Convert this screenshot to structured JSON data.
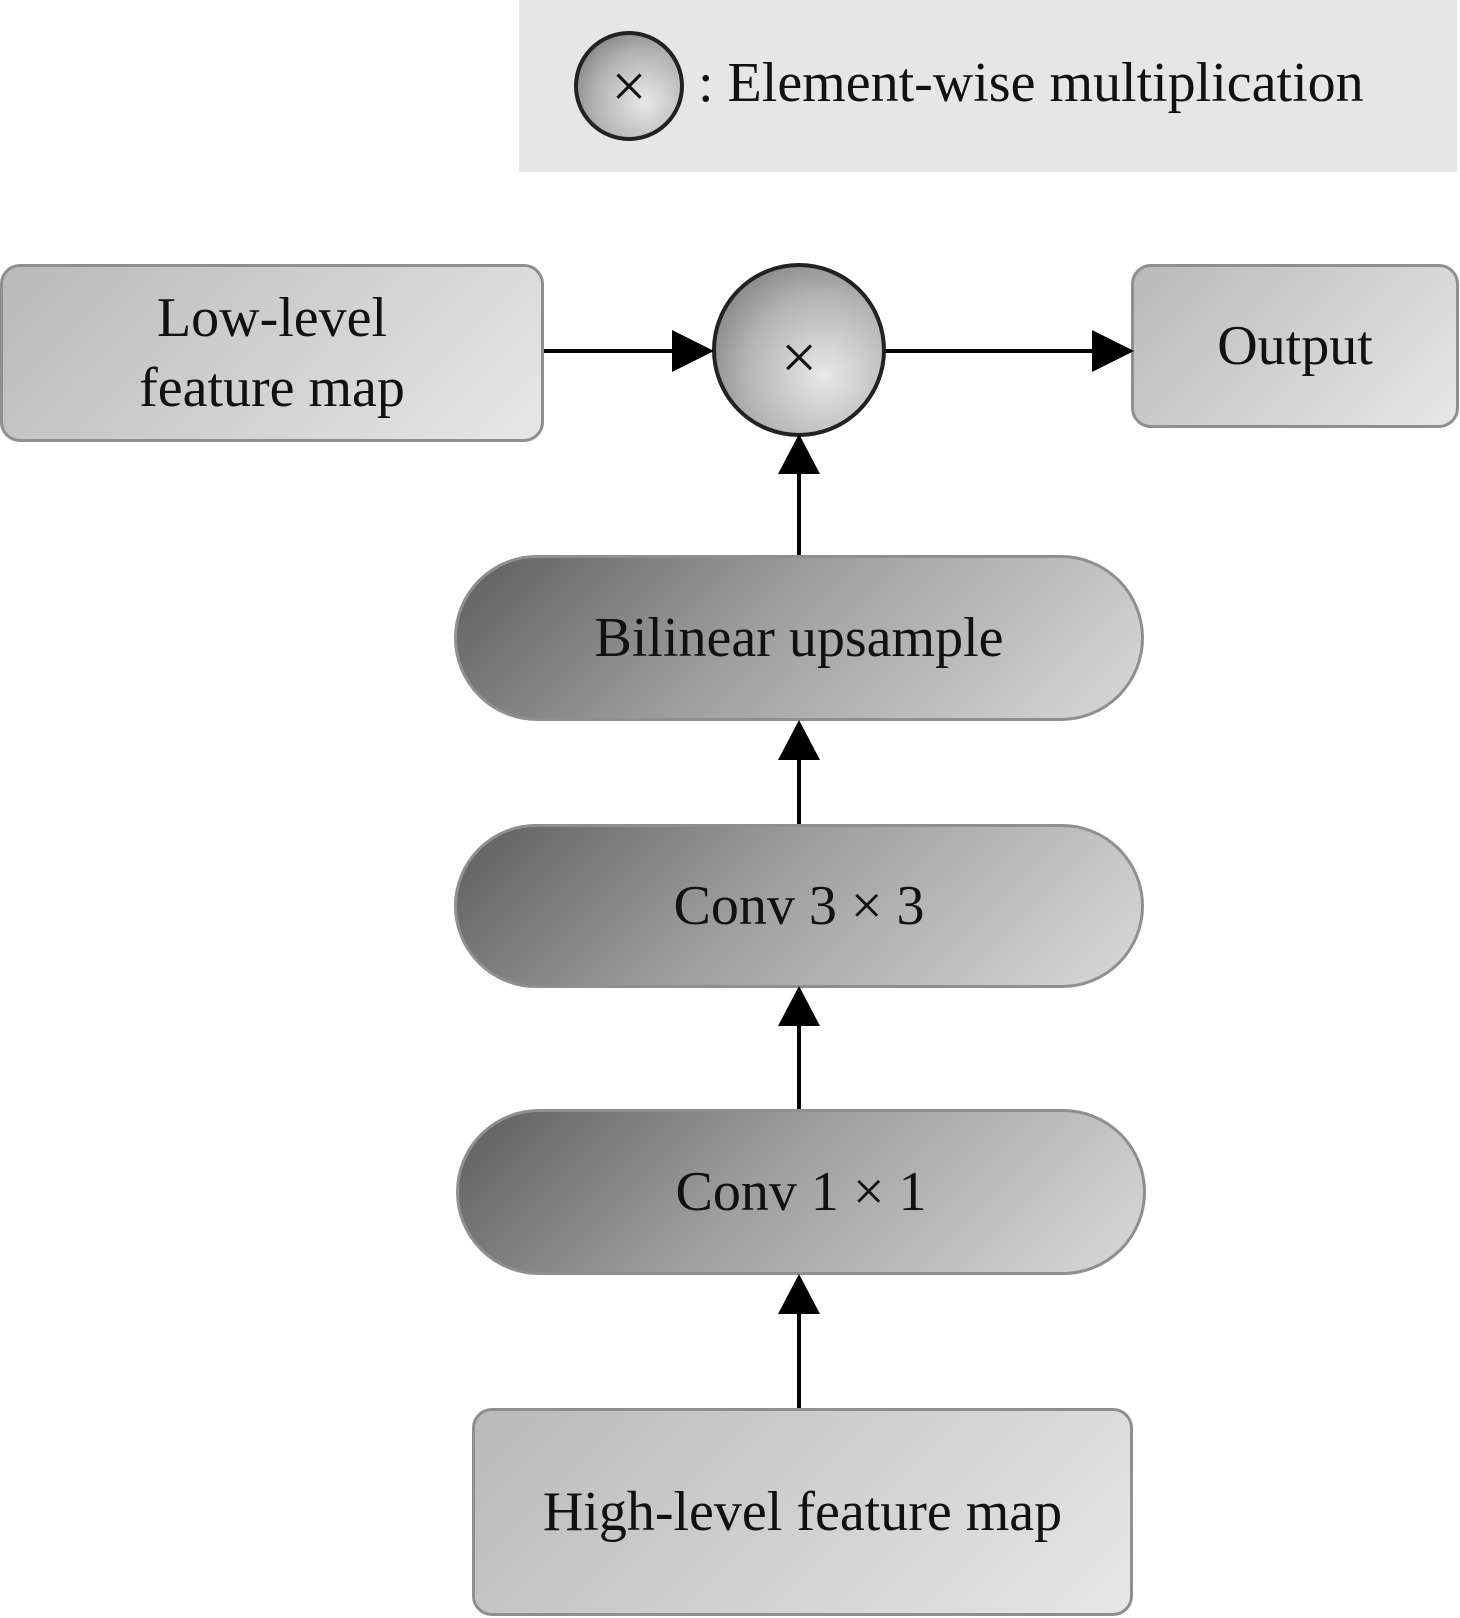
{
  "legend": {
    "operator_symbol": "×",
    "description": ":  Element-wise multiplication"
  },
  "nodes": {
    "low_level": [
      "Low-level",
      "feature map"
    ],
    "multiply": "×",
    "output": "Output",
    "bilinear": "Bilinear upsample",
    "conv3": "Conv 3 × 3",
    "conv1": "Conv 1 × 1",
    "high_level": "High-level feature map"
  },
  "colors": {
    "box_border": "#8f8f8f",
    "operator_border": "#222222",
    "legend_background": "#e6e6e6",
    "arrow": "#000000"
  }
}
